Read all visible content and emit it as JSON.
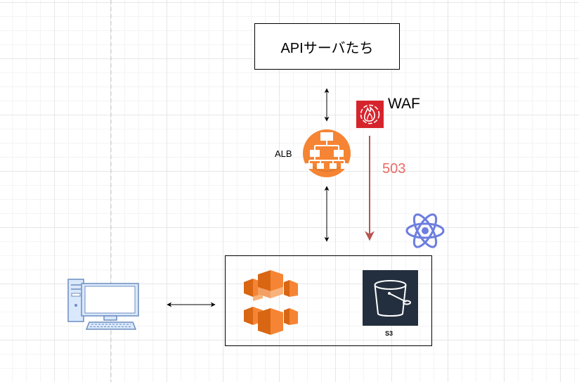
{
  "nodes": {
    "api_servers": "APIサーバたち",
    "waf": "WAF",
    "alb": "ALB",
    "s3": "S3"
  },
  "edges": {
    "waf_to_group": "503"
  },
  "colors": {
    "alb_orange": "#f58534",
    "waf_red": "#d6242d",
    "ec2_orange": "#f58534",
    "s3_dark": "#232f3e",
    "react_blue": "#6c7ee0",
    "error_line": "#b85450",
    "error_text": "#ea6b66",
    "computer_fill": "#dae8fc",
    "computer_stroke": "#6c8ebf"
  },
  "icons": {
    "alb": "load-balancer-icon",
    "waf": "waf-icon",
    "ec2": "ec2-instances-icon",
    "s3": "s3-bucket-icon",
    "react": "react-atom-icon",
    "client": "desktop-computer-icon"
  }
}
